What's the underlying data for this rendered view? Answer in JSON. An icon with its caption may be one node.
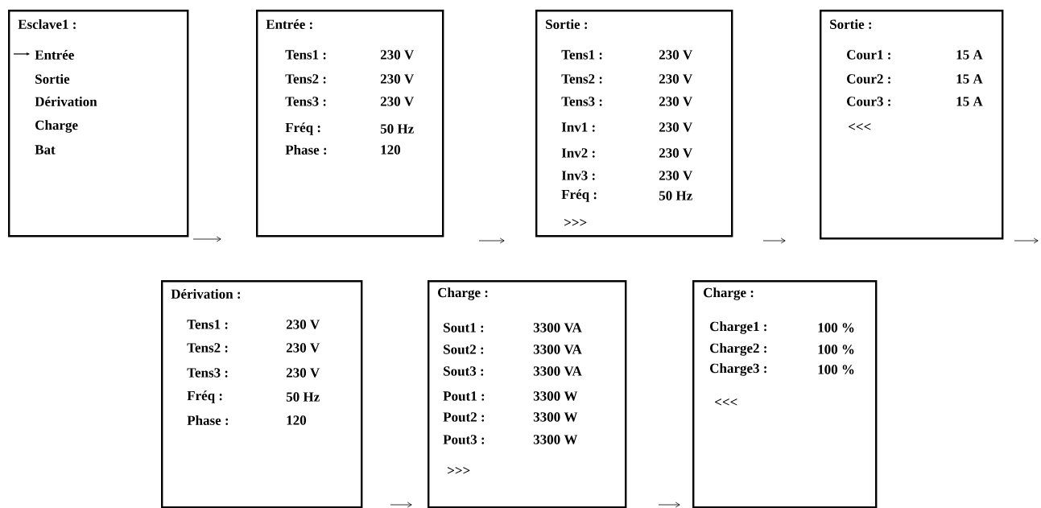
{
  "diagram": {
    "nodes": [
      {
        "text": [
          "Esclave1 :",
          "Entrée",
          "Sortie",
          "Dérivation",
          "Charge",
          "Bat"
        ]
      },
      {
        "text": [
          "Entrée :",
          "Tens1 :",
          "230 V",
          "Tens2 :",
          "230 V",
          "Tens3 :",
          "230 V",
          "Fréq :",
          "50 Hz",
          "Phase :",
          "120"
        ]
      },
      {
        "text": [
          "Sortie :",
          "Tens1 :",
          "230 V",
          "Tens2 :",
          "230 V",
          "Tens3 :",
          "230 V",
          "Inv1 :",
          "230 V",
          "Inv2 :",
          "230 V",
          "Inv3 :",
          "230 V",
          "Fréq :",
          "50 Hz",
          ">>>"
        ]
      },
      {
        "text": [
          "Sortie :",
          "Cour1 :",
          "15 A",
          "Cour2 :",
          "15 A",
          "Cour3 :",
          "15 A",
          "<<<"
        ]
      },
      {
        "text": [
          "Dérivation :",
          "Tens1 :",
          "230 V",
          "Tens2 :",
          "230 V",
          "Tens3 :",
          "230 V",
          "Fréq :",
          "50 Hz",
          "Phase :",
          "120"
        ]
      },
      {
        "text": [
          "Charge :",
          "Sout1 :",
          "3300 VA",
          "Sout2 :",
          "3300 VA",
          "Sout3 :",
          "3300 VA",
          "Pout1 :",
          "3300 W",
          "Pout2 :",
          "3300 W",
          "Pout3 :",
          "3300 W",
          ">>>"
        ]
      },
      {
        "text": [
          "Charge :",
          "Charge1 :",
          "100 %",
          "Charge2 :",
          "100 %",
          "Charge3 :",
          "100 %",
          "<<<"
        ]
      }
    ]
  }
}
